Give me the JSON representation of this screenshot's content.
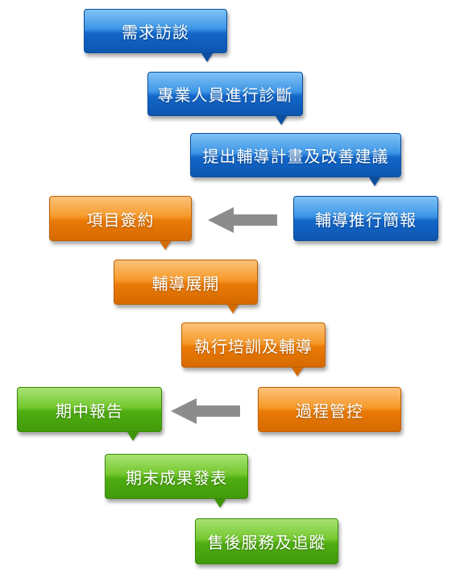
{
  "steps": [
    "需求訪談",
    "專業人員進行診斷",
    "提出輔導計畫及改善建議",
    "輔導推行簡報",
    "項目簽約",
    "輔導展開",
    "執行培訓及輔導",
    "過程管控",
    "期中報告",
    "期末成果發表",
    "售後服務及追蹤"
  ],
  "colors": {
    "blue": "#1366c9",
    "orange": "#ea7a07",
    "green": "#4fad12",
    "arrow": "#8c8c8c"
  }
}
